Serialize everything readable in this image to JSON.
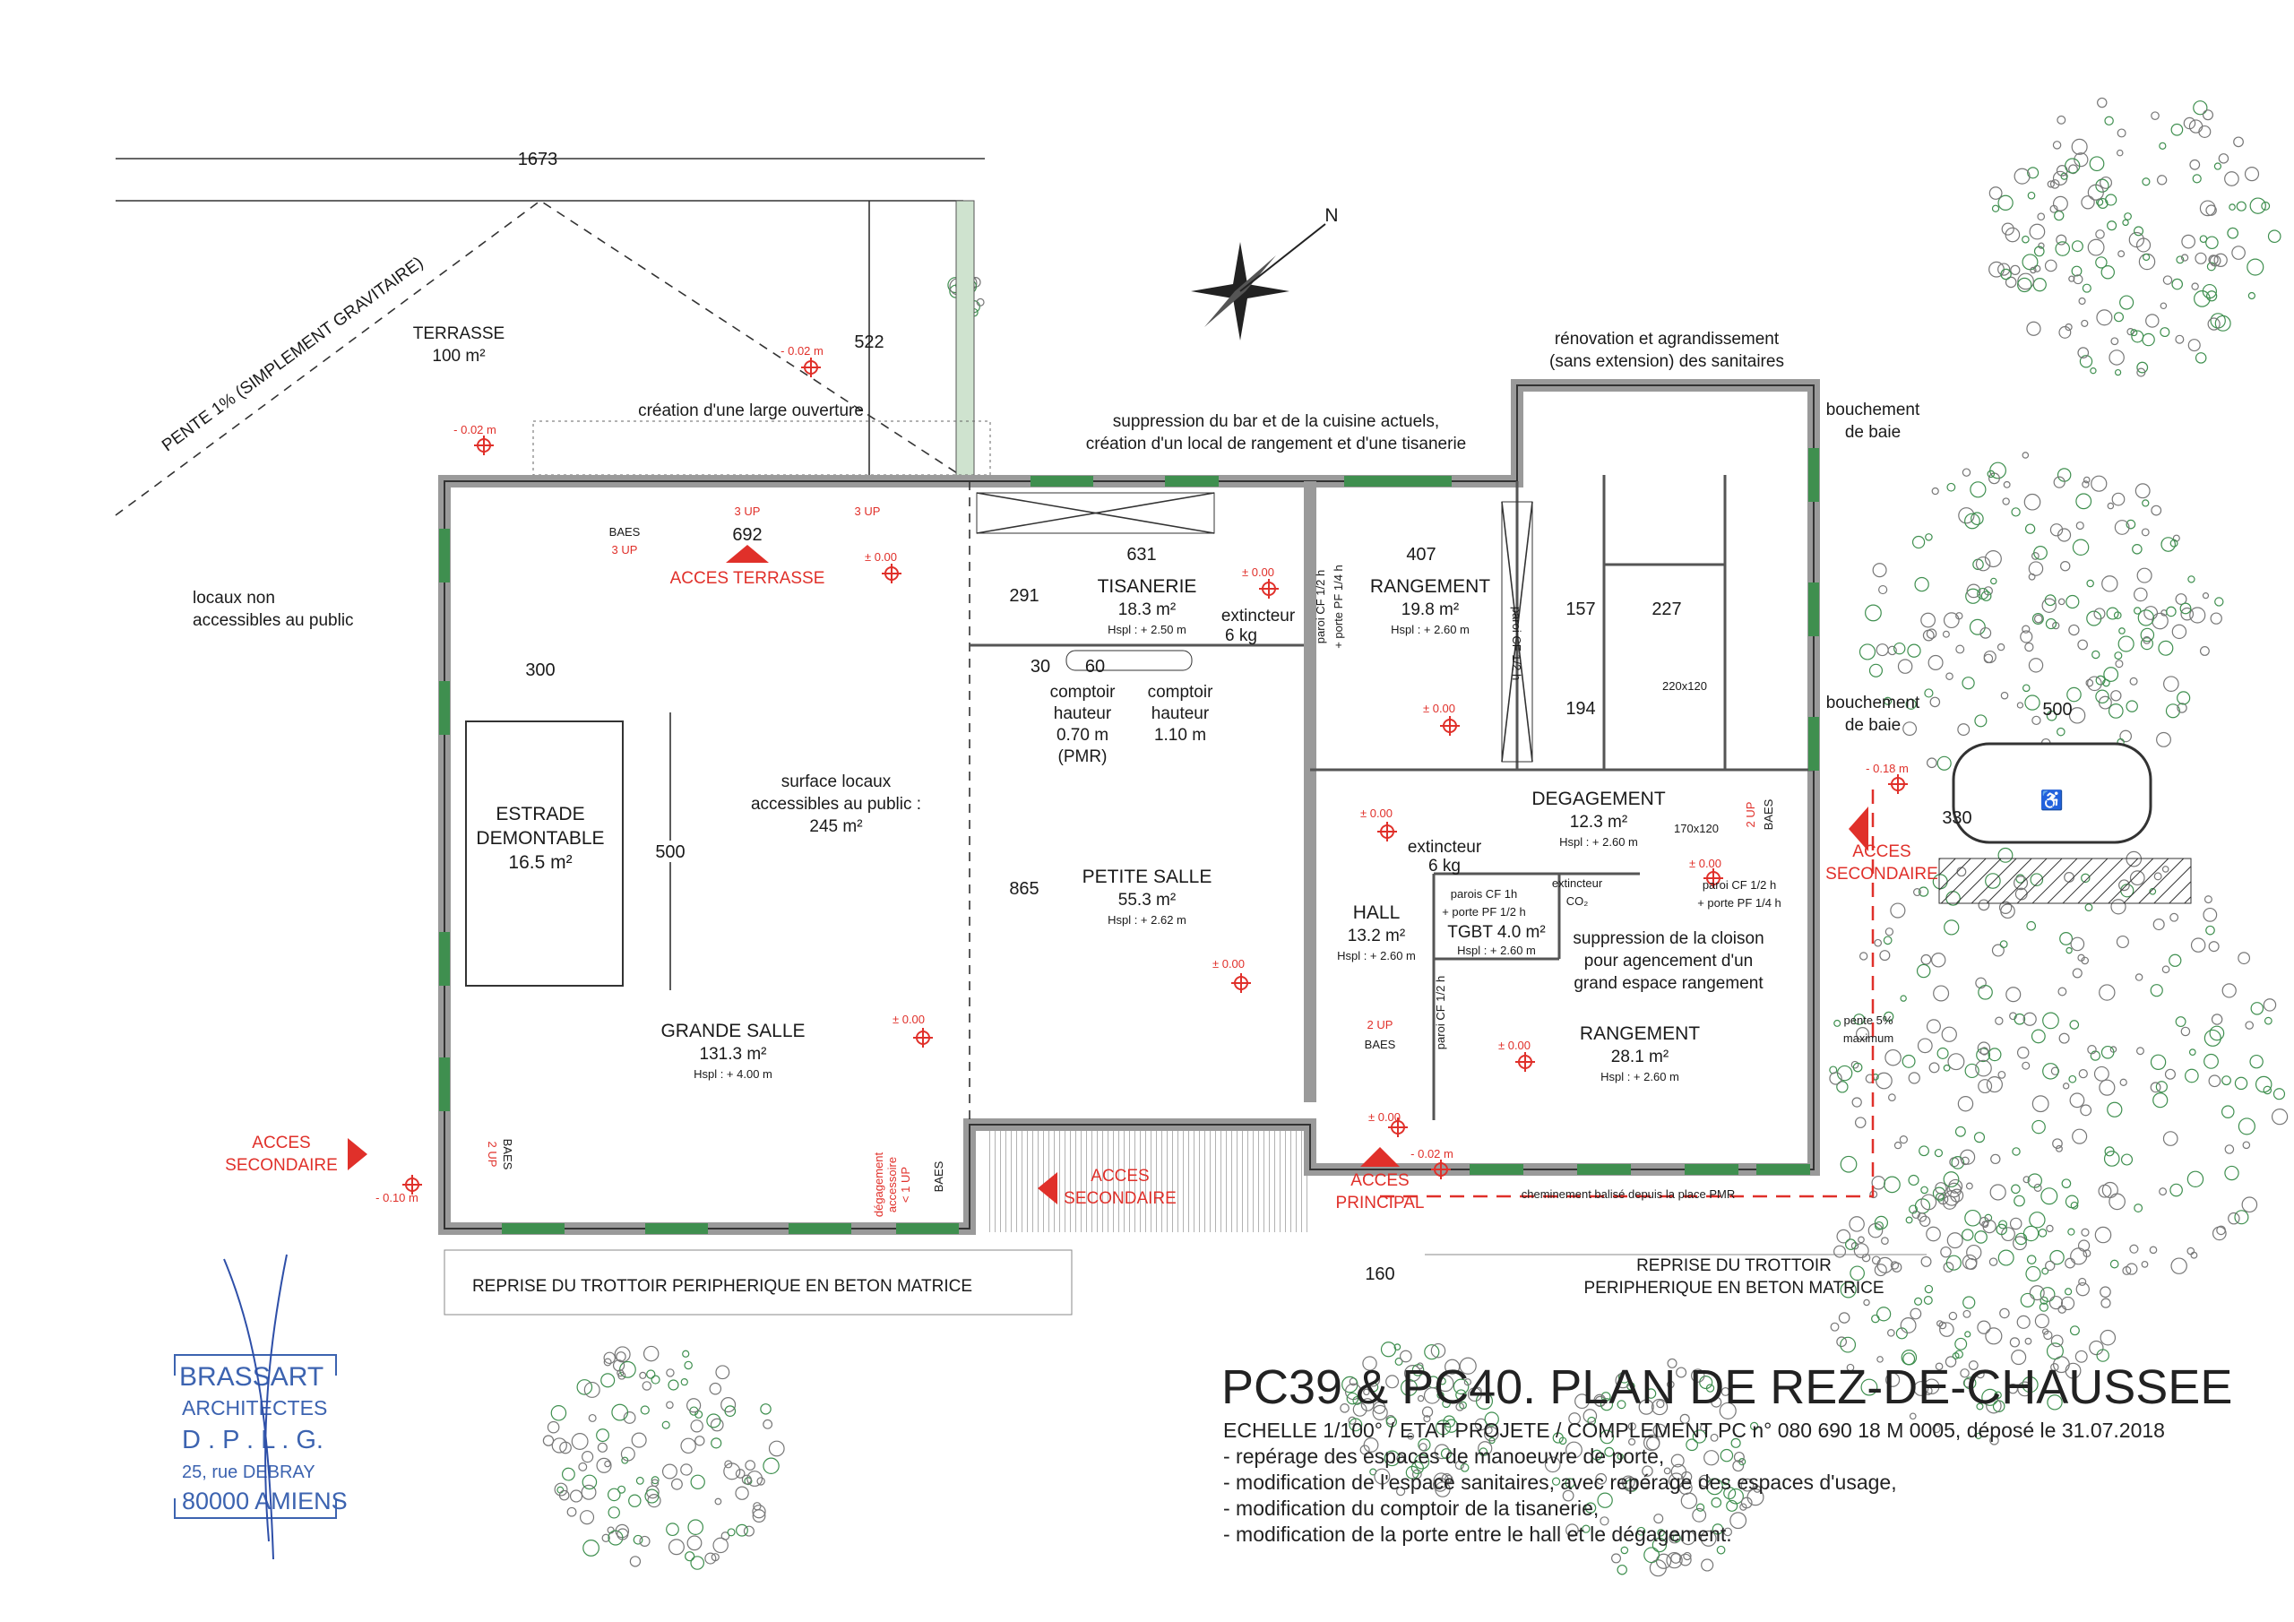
{
  "title_block": {
    "title": "PC39 & PC40. PLAN DE REZ-DE-CHAUSSEE",
    "subtitle": "ECHELLE 1/100° / ETAT PROJETE / COMPLEMENT PC n° 080 690 18 M 0005, déposé le 31.07.2018",
    "bullets": [
      "- repérage des espaces de manoeuvre de porte,",
      "- modification de l'espace sanitaires, avec repérage des espaces d'usage,",
      "- modification du comptoir de la tisanerie,",
      "- modification de la porte entre le hall et le dégagement."
    ]
  },
  "logo": {
    "lines": [
      "BRASSART",
      "ARCHITECTES",
      "D . P . L . G.",
      "25, rue DEBRAY",
      "80000 AMIENS"
    ],
    "color": "#3c63b0"
  },
  "rooms": {
    "terrasse": {
      "name": "TERRASSE",
      "area": "100 m²"
    },
    "estrade": {
      "name": "ESTRADE",
      "name2": "DEMONTABLE",
      "area": "16.5 m²"
    },
    "grande_salle": {
      "name": "GRANDE SALLE",
      "area": "131.3 m²",
      "hspl": "Hspl : + 4.00 m"
    },
    "petite_salle": {
      "name": "PETITE SALLE",
      "area": "55.3 m²",
      "hspl": "Hspl : + 2.62 m"
    },
    "tisanerie": {
      "name": "TISANERIE",
      "area": "18.3 m²",
      "hspl": "Hspl : + 2.50 m"
    },
    "rangement1": {
      "name": "RANGEMENT",
      "area": "19.8 m²",
      "hspl": "Hspl : + 2.60 m"
    },
    "degagement": {
      "name": "DEGAGEMENT",
      "area": "12.3 m²",
      "hspl": "Hspl : + 2.60 m"
    },
    "hall": {
      "name": "HALL",
      "area": "13.2 m²",
      "hspl": "Hspl : + 2.60 m"
    },
    "tgbt": {
      "name": "TGBT 4.0 m²",
      "hspl": "Hspl : + 2.60 m"
    },
    "rangement2": {
      "name": "RANGEMENT",
      "area": "28.1 m²",
      "hspl": "Hspl : + 2.60 m"
    }
  },
  "notes": {
    "pente": "PENTE 1% (SIMPLEMENT GRAVITAIRE)",
    "ouverture": "création d'une large ouverture",
    "locaux_non": [
      "locaux non",
      "accessibles au public"
    ],
    "surface": [
      "surface locaux",
      "accessibles au public :",
      "245 m²"
    ],
    "suppression_bar": [
      "suppression du bar et de la cuisine actuels,",
      "création d'un local de rangement et d'une tisanerie"
    ],
    "renovation": [
      "rénovation et agrandissement",
      "(sans extension) des sanitaires"
    ],
    "bouchement": [
      "bouchement",
      "de baie"
    ],
    "comptoir_pmr": [
      "comptoir",
      "hauteur",
      "0.70 m",
      "(PMR)"
    ],
    "comptoir_haut": [
      "comptoir",
      "hauteur",
      "1.10 m"
    ],
    "extincteur": [
      "extincteur",
      "6 kg"
    ],
    "extincteur_co2": [
      "extincteur",
      "CO₂"
    ],
    "paroi_cf_12_pf_14": [
      "paroi CF 1/2 h",
      "+ porte PF 1/4 h"
    ],
    "paroi_cf_12": "paroi CF 1/2 h",
    "parois_cf_1h": [
      "parois CF 1h",
      "+ porte PF 1/2 h"
    ],
    "suppression_cloison": [
      "suppression de la cloison",
      "pour agencement d'un",
      "grand espace rangement"
    ],
    "pente5": [
      "pente 5%",
      "maximum"
    ],
    "cheminement": "cheminement balisé depuis la place PMR",
    "trottoir": "REPRISE DU TROTTOIR PERIPHERIQUE EN BETON MATRICE",
    "trottoir2": [
      "REPRISE DU TROTTOIR",
      "PERIPHERIQUE EN BETON MATRICE"
    ],
    "degagement_acc": [
      "dégagement",
      "accessoire",
      "< 1 UP"
    ],
    "baes": "BAES",
    "up2": "2 UP",
    "up3": "3 UP",
    "dim_170": "170x120",
    "dim_220": "220x120"
  },
  "access": {
    "terrasse": "ACCES TERRASSE",
    "secondaire": [
      "ACCES",
      "SECONDAIRE"
    ],
    "principal": [
      "ACCES",
      "PRINCIPAL"
    ],
    "color": "#e0302a"
  },
  "levels": {
    "zero": "± 0.00",
    "m002": "- 0.02 m",
    "m010": "- 0.10 m",
    "m018": "- 0.18 m"
  },
  "dimensions": {
    "d1673": "1673",
    "d522": "522",
    "d692": "692",
    "d300": "300",
    "d500": "500",
    "d631": "631",
    "d291": "291",
    "d30": "30",
    "d60": "60",
    "d407": "407",
    "d157": "157",
    "d227": "227",
    "d194": "194",
    "d865": "865",
    "d160": "160",
    "d500b": "500",
    "d330": "330"
  },
  "compass": {
    "north": "N"
  }
}
